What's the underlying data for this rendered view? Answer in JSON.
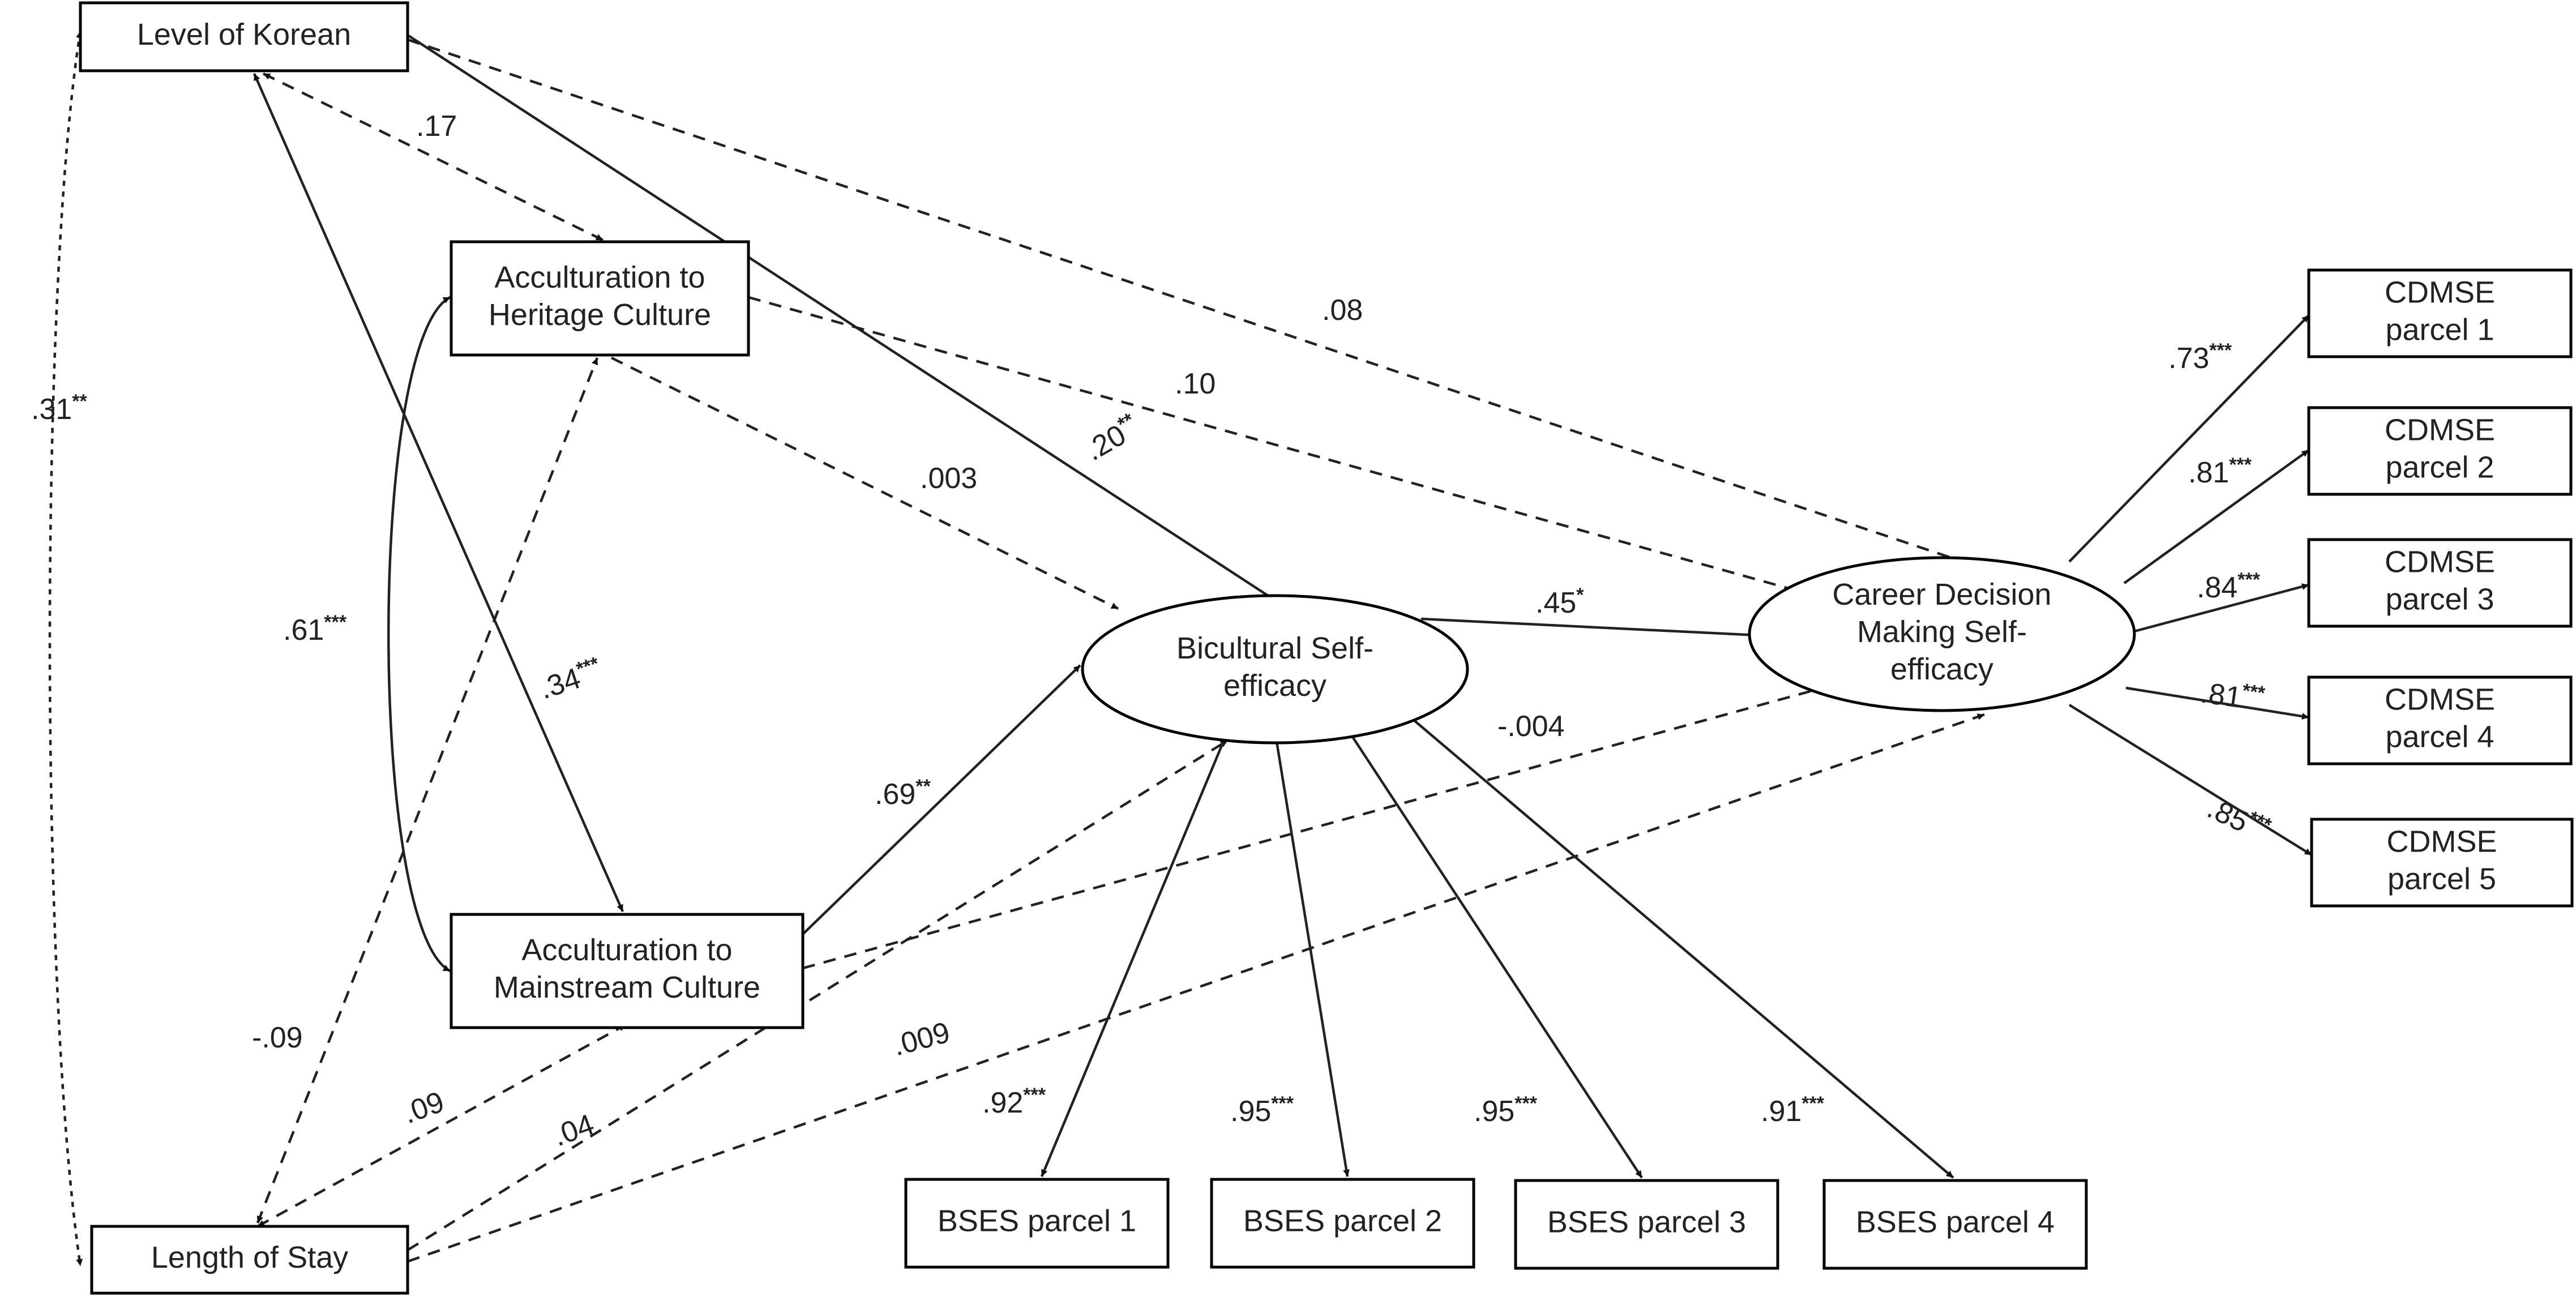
{
  "nodes": {
    "korean": {
      "lines": [
        "Level of Korean"
      ]
    },
    "heritage": {
      "lines": [
        "Acculturation to",
        "Heritage Culture"
      ]
    },
    "mainstream": {
      "lines": [
        "Acculturation to",
        "Mainstream Culture"
      ]
    },
    "stay": {
      "lines": [
        "Length of Stay"
      ]
    },
    "bses": {
      "lines": [
        "Bicultural Self-",
        "efficacy"
      ]
    },
    "cdmse": {
      "lines": [
        "Career Decision",
        "Making Self-",
        "efficacy"
      ]
    },
    "bses1": {
      "lines": [
        "BSES parcel 1"
      ]
    },
    "bses2": {
      "lines": [
        "BSES parcel 2"
      ]
    },
    "bses3": {
      "lines": [
        "BSES parcel 3"
      ]
    },
    "bses4": {
      "lines": [
        "BSES parcel 4"
      ]
    },
    "cd1": {
      "lines": [
        "CDMSE",
        "parcel 1"
      ]
    },
    "cd2": {
      "lines": [
        "CDMSE",
        "parcel 2"
      ]
    },
    "cd3": {
      "lines": [
        "CDMSE",
        "parcel 3"
      ]
    },
    "cd4": {
      "lines": [
        "CDMSE",
        "parcel 4"
      ]
    },
    "cd5": {
      "lines": [
        "CDMSE",
        "parcel 5"
      ]
    }
  },
  "coefficients": {
    "korean_stay": {
      "value": ".31",
      "sig": "**"
    },
    "korean_heritage": {
      "value": ".17",
      "sig": ""
    },
    "korean_cdmse": {
      "value": ".08",
      "sig": ""
    },
    "korean_bses": {
      "value": ".20",
      "sig": "**"
    },
    "korean_mainstream": {
      "value": ".34",
      "sig": "***"
    },
    "heritage_mainstream": {
      "value": ".61",
      "sig": "***"
    },
    "heritage_cdmse": {
      "value": ".10",
      "sig": ""
    },
    "heritage_bses": {
      "value": ".003",
      "sig": ""
    },
    "stay_heritage": {
      "value": "-.09",
      "sig": ""
    },
    "stay_mainstream": {
      "value": ".09",
      "sig": ""
    },
    "stay_bses": {
      "value": ".04",
      "sig": ""
    },
    "stay_cdmse": {
      "value": ".009",
      "sig": ""
    },
    "mainstream_bses": {
      "value": ".69",
      "sig": "**"
    },
    "mainstream_cdmse": {
      "value": "-.004",
      "sig": ""
    },
    "bses_cdmse": {
      "value": ".45",
      "sig": "*"
    },
    "bses_p1": {
      "value": ".92",
      "sig": "***"
    },
    "bses_p2": {
      "value": ".95",
      "sig": "***"
    },
    "bses_p3": {
      "value": ".95",
      "sig": "***"
    },
    "bses_p4": {
      "value": ".91",
      "sig": "***"
    },
    "cdmse_p1": {
      "value": ".73",
      "sig": "***"
    },
    "cdmse_p2": {
      "value": ".81",
      "sig": "***"
    },
    "cdmse_p3": {
      "value": ".84",
      "sig": "***"
    },
    "cdmse_p4": {
      "value": ".81",
      "sig": "***"
    },
    "cdmse_p5": {
      "value": ".85",
      "sig": "***"
    }
  }
}
